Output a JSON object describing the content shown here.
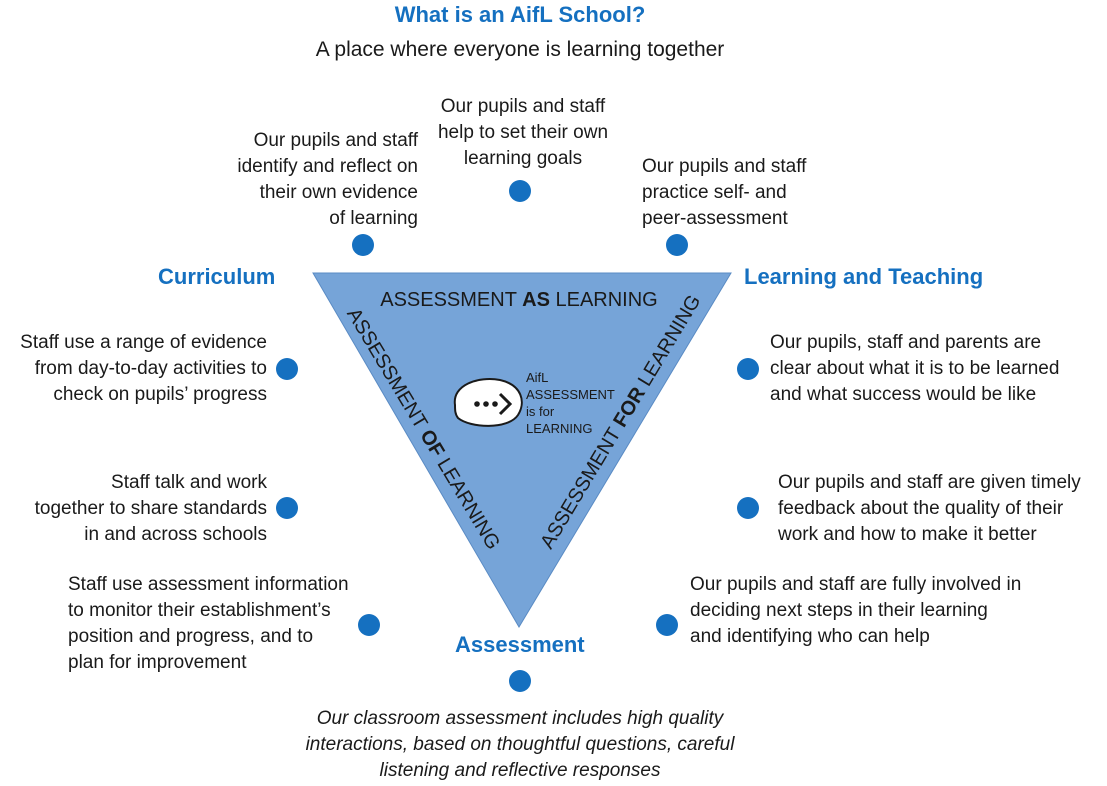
{
  "title": "What is an AifL School?",
  "subtitle": "A place where everyone is learning together",
  "headings": {
    "curriculum": "Curriculum",
    "learning_teaching": "Learning and Teaching",
    "assessment": "Assessment"
  },
  "triangle": {
    "top_pre": "ASSESSMENT ",
    "top_bold": "AS",
    "top_post": " LEARNING",
    "left_pre": "ASSESSMENT ",
    "left_bold": "OF",
    "left_post": " LEARNING",
    "right_pre": "ASSESSMENT ",
    "right_bold": "FOR",
    "right_post": " LEARNING",
    "logo_line1": "AifL",
    "logo_line2": "ASSESSMENT",
    "logo_line3": "is for",
    "logo_line4": "LEARNING",
    "fill_color": "#76a4d8",
    "logo_icon": "ellipsis-arrow-logo"
  },
  "statements": {
    "top_left": [
      "Our pupils and staff",
      "identify and reflect on",
      "their own evidence",
      "of learning"
    ],
    "top_center": [
      "Our pupils and staff",
      "help to set their own",
      "learning goals"
    ],
    "top_right": [
      "Our pupils and staff",
      "practice self- and",
      "peer-assessment"
    ],
    "left1": [
      "Staff use a range of evidence",
      "from day-to-day activities to",
      "check on pupils’ progress"
    ],
    "left2": [
      "Staff talk and work",
      "together to share standards",
      "in and across schools"
    ],
    "left3": [
      "Staff use assessment information",
      "to monitor their establishment’s",
      "position and progress, and to",
      "plan for improvement"
    ],
    "right1": [
      "Our pupils, staff and parents are",
      "clear about what it is to be learned",
      "and what success would be like"
    ],
    "right2": [
      "Our pupils and staff are given timely",
      "feedback about the quality of their",
      "work and how to make it better"
    ],
    "right3": [
      "Our pupils and staff are fully involved in",
      "deciding next steps in their learning",
      "and identifying who can help"
    ],
    "bottom": [
      "Our classroom assessment includes high quality",
      "interactions, based on thoughtful questions, careful",
      "listening and reflective responses"
    ]
  },
  "colors": {
    "accent": "#1570c0",
    "triangle": "#76a4d8",
    "text": "#1a1a1a"
  }
}
